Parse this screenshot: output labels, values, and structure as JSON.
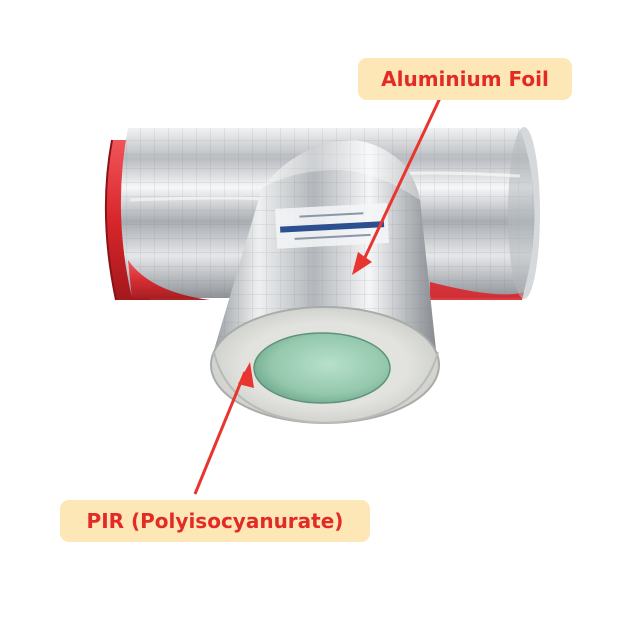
{
  "image": {
    "subject": "insulated-pipe-tee-fitting",
    "background_color": "#ffffff",
    "callout_text_color": "#e32b26",
    "callout_bg_color": "#fde7b6",
    "arrow_color": "#e8352f",
    "foil_color": "#c7c9cc",
    "red_cladding_color": "#d8262b",
    "pir_foam_color": "#d7d8d4",
    "inner_bore_color": "#9ccfb6"
  },
  "callouts": {
    "aluminium_foil": "Aluminium Foil",
    "pir": "PIR (Polyisocyanurate)"
  }
}
